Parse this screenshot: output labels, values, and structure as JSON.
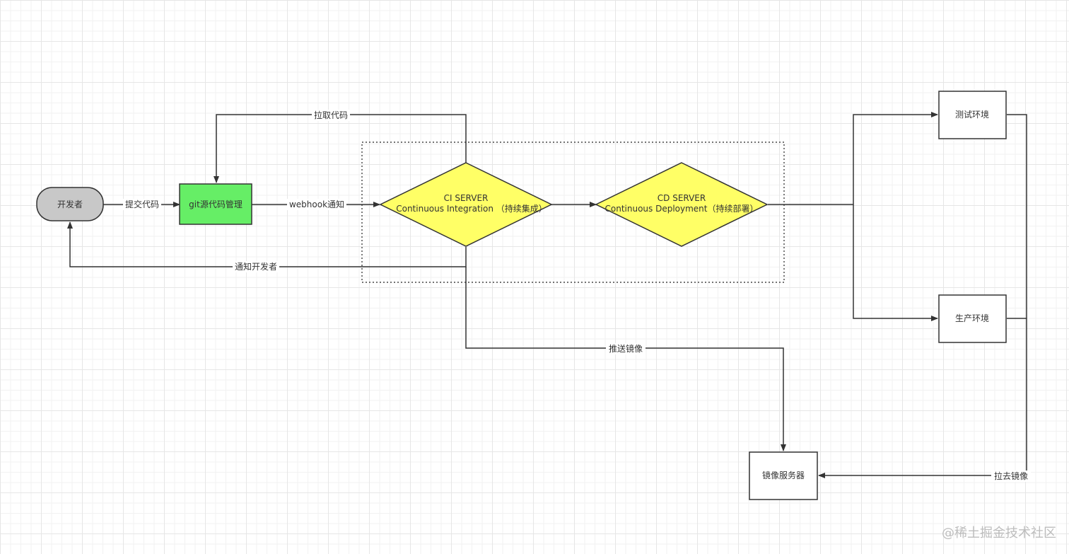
{
  "nodes": {
    "developer": "开发者",
    "git": "git源代码管理",
    "ci_title": "CI SERVER",
    "ci_sub": "Continuous Integration （持续集成）",
    "cd_title": "CD SERVER",
    "cd_sub": "Continuous Deployment（持续部署）",
    "test_env": "测试环境",
    "prod_env": "生产环境",
    "image_server": "镜像服务器"
  },
  "edges": {
    "commit": "提交代码",
    "webhook": "webhook通知",
    "pull_code": "拉取代码",
    "notify_dev": "通知开发者",
    "push_image": "推送镜像",
    "pull_image": "拉去镜像"
  },
  "colors": {
    "developer_fill": "#c8c8c8",
    "git_fill": "#66ee66",
    "diamond_fill": "#ffff66",
    "stroke": "#333333"
  },
  "watermark": "@稀土掘金技术社区"
}
